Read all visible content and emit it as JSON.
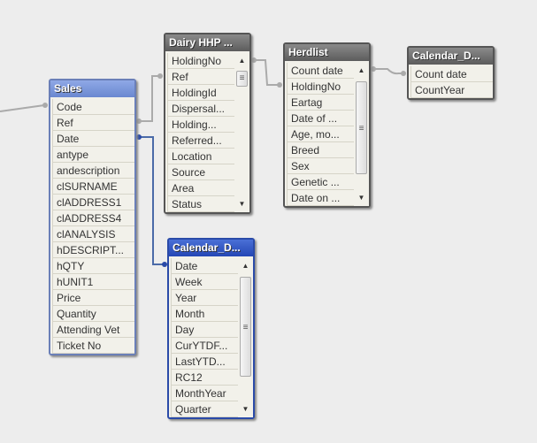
{
  "tables": {
    "sales": {
      "title": "Sales",
      "fields": [
        "Code",
        "Ref",
        "Date",
        "antype",
        "andescription",
        "clSURNAME",
        "clADDRESS1",
        "clADDRESS4",
        "clANALYSIS",
        "hDESCRIPT...",
        "hQTY",
        "hUNIT1",
        "Price",
        "Quantity",
        "Attending Vet",
        "Ticket No"
      ]
    },
    "dairy": {
      "title": "Dairy HHP ...",
      "fields": [
        "HoldingNo",
        "Ref",
        "HoldingId",
        "Dispersal...",
        "Holding...",
        "Referred...",
        "Location",
        "Source",
        "Area",
        "Status"
      ]
    },
    "herdlist": {
      "title": "Herdlist",
      "fields": [
        "Count date",
        "HoldingNo",
        "Eartag",
        "Date of ...",
        "Age, mo...",
        "Breed",
        "Sex",
        "Genetic ...",
        "Date on ..."
      ]
    },
    "calcount": {
      "title": "Calendar_D...",
      "fields": [
        "Count date",
        "CountYear"
      ]
    },
    "caldate": {
      "title": "Calendar_D...",
      "fields": [
        "Date",
        "Week",
        "Year",
        "Month",
        "Day",
        "CurYTDF...",
        "LastYTD...",
        "RC12",
        "MonthYear",
        "Quarter"
      ]
    }
  },
  "colors": {
    "link": "#aaaaaa",
    "active_link": "#4a6aa8"
  }
}
